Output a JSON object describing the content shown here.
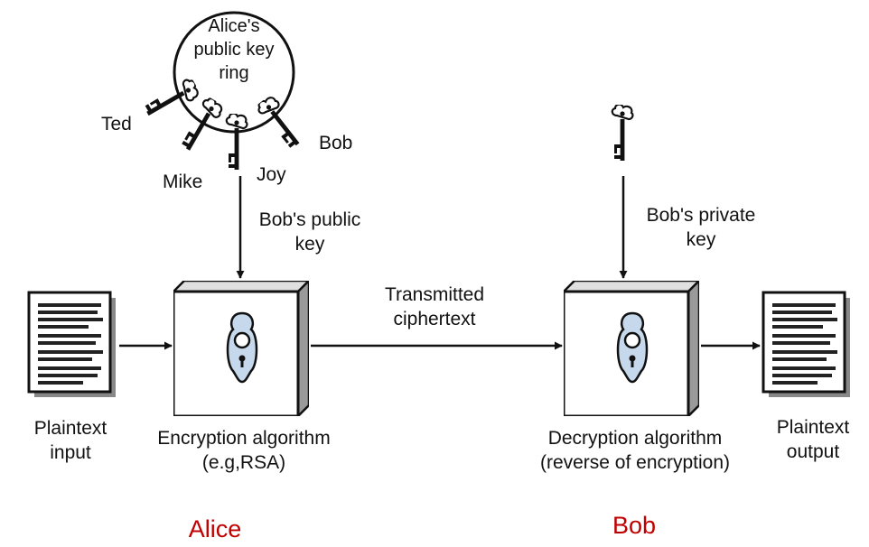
{
  "keyring": {
    "label_lines": [
      "Alice's",
      "public key",
      "ring"
    ],
    "key_owners": [
      "Ted",
      "Mike",
      "Joy",
      "Bob"
    ]
  },
  "public_key_label": [
    "Bob's public",
    "key"
  ],
  "private_key_label": [
    "Bob's private",
    "key"
  ],
  "channel_label": [
    "Transmitted",
    "ciphertext"
  ],
  "plaintext_input": [
    "Plaintext",
    "input"
  ],
  "plaintext_output": [
    "Plaintext",
    "output"
  ],
  "encryption": [
    "Encryption algorithm",
    "(e.g,RSA)"
  ],
  "decryption": [
    "Decryption algorithm",
    "(reverse of encryption)"
  ],
  "parties": {
    "left": "Alice",
    "right": "Bob"
  },
  "colors": {
    "party": "#c00000",
    "lock_fill": "#c6d8ec",
    "line": "#111111"
  }
}
